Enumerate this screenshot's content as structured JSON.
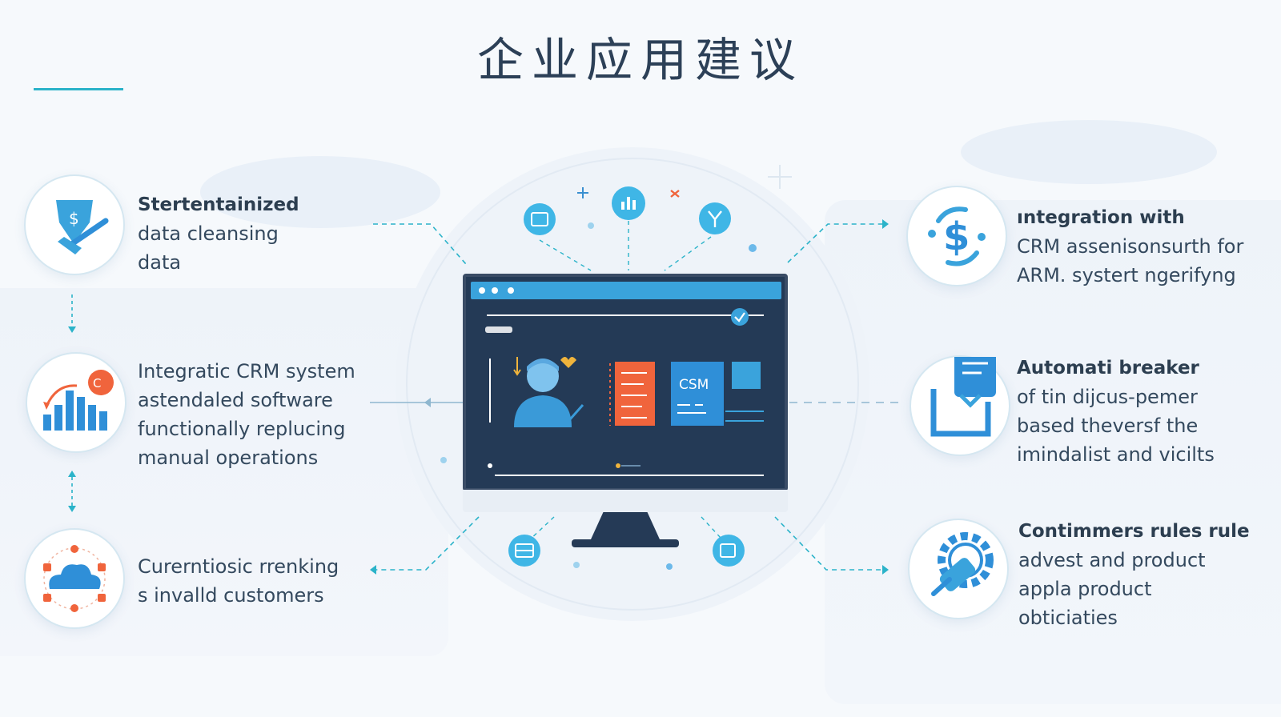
{
  "page_title": "企业应用建议",
  "colors": {
    "accent_teal": "#2bb3c9",
    "accent_blue": "#3aa3dc",
    "dark_navy": "#243a56",
    "accent_orange": "#f0643c"
  },
  "left_items": [
    {
      "icon": "shield-broom-icon",
      "lines": [
        "Stertentainized",
        "data cleansing",
        "data"
      ],
      "bold_line_count": 1
    },
    {
      "icon": "bar-chart-icon",
      "lines": [
        "Integratic CRM system",
        "astendaled software",
        "functionally replucing",
        "manual operations"
      ],
      "bold_line_count": 0
    },
    {
      "icon": "cloud-network-icon",
      "lines": [
        "Curerntiosic rrenking",
        "s invalld customers"
      ],
      "bold_line_count": 0
    }
  ],
  "right_items": [
    {
      "icon": "sync-dollar-icon",
      "lines": [
        "ıntegration with",
        "CRM assenisonsurth for",
        "ARM. systert ngerifyng"
      ],
      "bold_line_count": 1
    },
    {
      "icon": "document-tray-icon",
      "lines": [
        "Automati breaker",
        "of tin dijcus-pemer",
        "based theversf the",
        "imindalist and vicilts"
      ],
      "bold_line_count": 1
    },
    {
      "icon": "gear-chip-icon",
      "lines": [
        "Contimmers rules rule",
        "advest and product",
        "appla product",
        "obticiaties"
      ],
      "bold_line_count": 1
    }
  ],
  "monitor": {
    "csm_label": "CSM"
  }
}
